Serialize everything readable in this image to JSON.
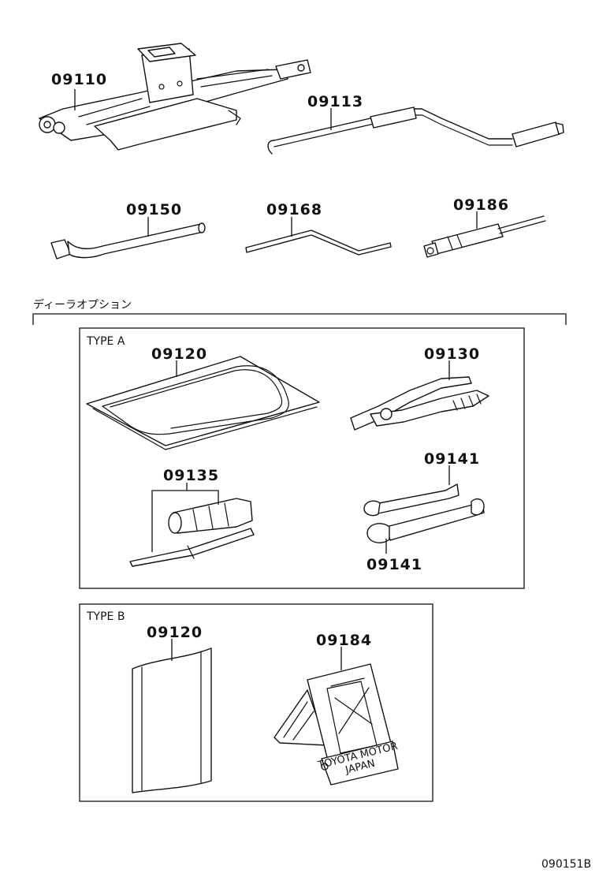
{
  "parts": {
    "p09110": "09110",
    "p09113": "09113",
    "p09150": "09150",
    "p09168": "09168",
    "p09186": "09186",
    "p09120a": "09120",
    "p09130": "09130",
    "p09135": "09135",
    "p09141a": "09141",
    "p09141b": "09141",
    "p09120b": "09120",
    "p09184": "09184"
  },
  "section": {
    "dealer_option": "ディーラオプション",
    "type_a": "TYPE A",
    "type_b": "TYPE B"
  },
  "plate": {
    "line1": "TOYOTA MOTOR",
    "line2": "JAPAN"
  },
  "diagram_id": "090151B"
}
